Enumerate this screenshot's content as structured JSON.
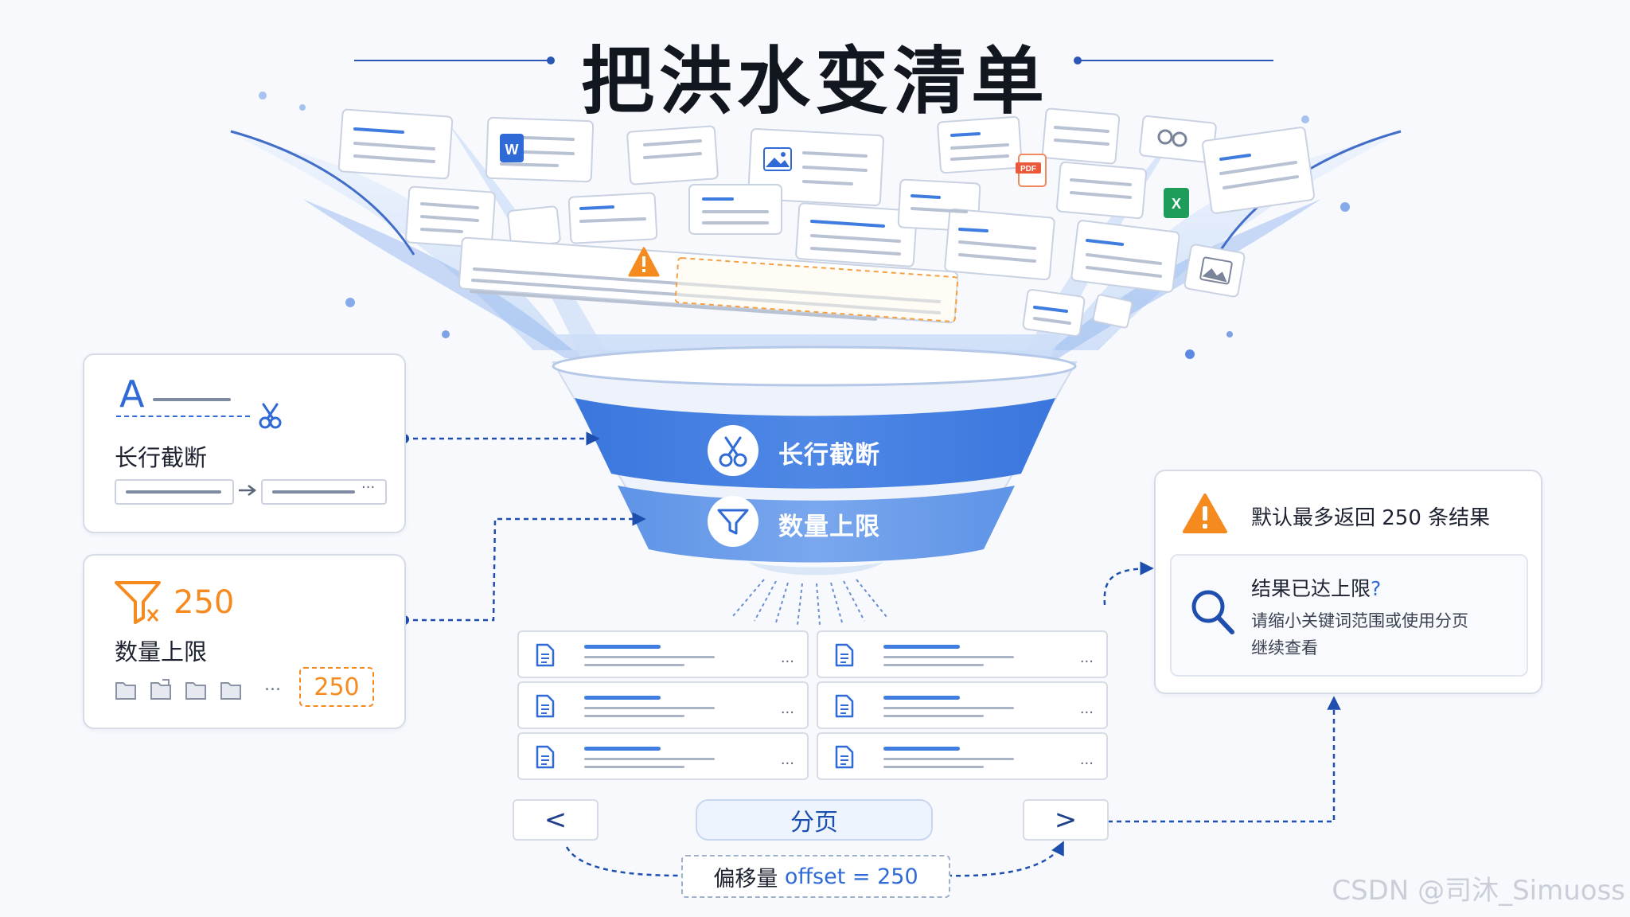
{
  "title": "把洪水变清单",
  "funnel": {
    "band1_label": "长行截断",
    "band2_label": "数量上限"
  },
  "truncate_panel": {
    "letter": "A",
    "label": "长行截断"
  },
  "limit_panel": {
    "count": "250",
    "label": "数量上限",
    "ellipsis": "...",
    "tag": "250"
  },
  "info_panel": {
    "warning": "默认最多返回 250 条结果",
    "heading": "结果已达上限",
    "question_mark": "?",
    "line1": "请缩小关键词范围或使用分页",
    "line2": "继续查看"
  },
  "file_badges": {
    "word": "W",
    "pdf": "PDF",
    "excel": "X"
  },
  "results": {
    "more": "..."
  },
  "pagination": {
    "prev": "<",
    "label": "分页",
    "next": ">",
    "offset_label": "偏移量",
    "offset_key": "offset",
    "offset_eq": "=",
    "offset_value": "250"
  },
  "watermark": "CSDN @司沐_Simuoss",
  "colors": {
    "primary": "#2f6ad6",
    "accent_orange": "#f58a1f",
    "funnel_dark": "#3f7ce0",
    "funnel_light": "#6e9de8",
    "border": "#d6dbe6"
  }
}
